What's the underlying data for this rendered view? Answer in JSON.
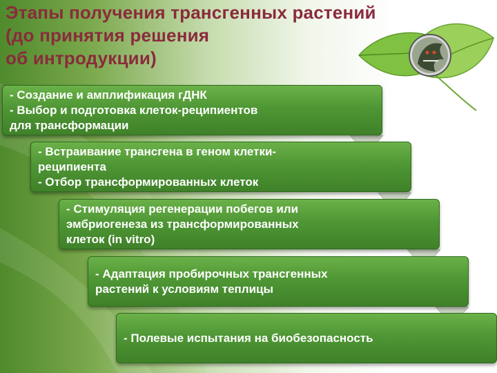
{
  "title": "Этапы получения трансгенных растений\n(до принятия решения\nоб интродукции)",
  "colors": {
    "title": "#8a2b3c",
    "box": "#4f9735",
    "arrow": "#c9d3c2"
  },
  "icons": {
    "logo": "leaf-with-dragon-emblem-icon",
    "arrow": "down-arrow-icon"
  },
  "steps": [
    {
      "lines": [
        "- Создание и амплификация гДНК",
        "- Выбор и подготовка клеток-реципиентов",
        "для трансформации"
      ]
    },
    {
      "lines": [
        "- Встраивание трансгена в геном клетки-",
        "реципиента",
        "- Отбор трансформированных клеток"
      ]
    },
    {
      "lines": [
        "- Стимуляция регенерации побегов или",
        "эмбриогенеза из трансформированных",
        "клеток (in vitro)"
      ]
    },
    {
      "lines": [
        "- Адаптация пробирочных трансгенных",
        "растений к условиям теплицы"
      ]
    },
    {
      "lines": [
        "- Полевые испытания на биобезопасность"
      ]
    }
  ]
}
